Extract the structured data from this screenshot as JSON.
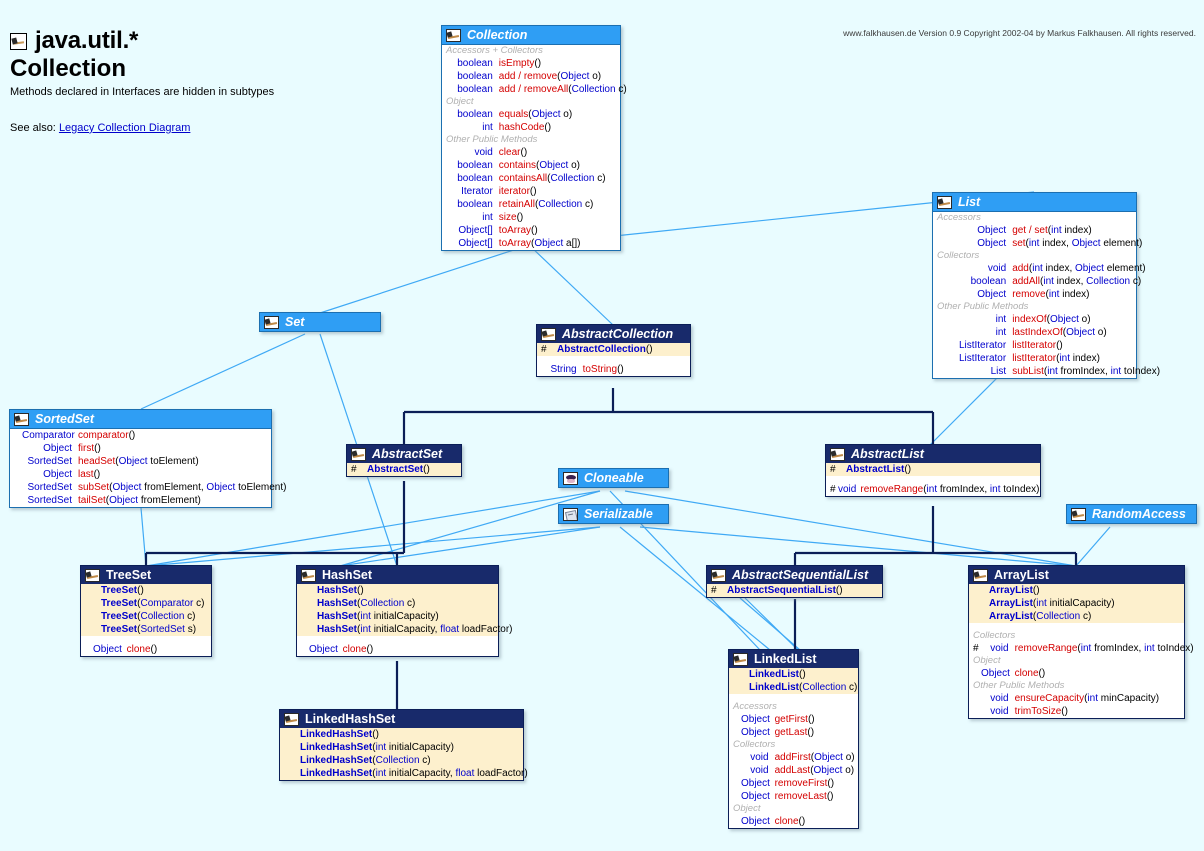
{
  "header": {
    "package_icon": "package-icon",
    "package": "java.util.*",
    "title": "Collection",
    "note": "Methods declared in Interfaces are hidden in subtypes",
    "see_also_label": "See also:",
    "see_also_link": "Legacy Collection Diagram",
    "copyright": "www.falkhausen.de Version 0.9 Copyright 2002-04 by Markus Falkhausen. All rights reserved."
  },
  "colors": {
    "background": "#e9fcff",
    "interface_header": "#2f9ef4",
    "class_header": "#182a6b",
    "constructor_row": "#fdf0cd",
    "edge": "#3fa9f5",
    "inherit_edge": "#0b1e57",
    "return_type": "#0000cc",
    "method_name": "#d40000",
    "group_label": "#b0b0b0",
    "link": "#0000cc"
  },
  "boxes": {
    "collection": {
      "name": "Collection",
      "kind": "interface",
      "icon": "hammer-icon",
      "sections": [
        {
          "group": "Accessors + Collectors",
          "rows": [
            {
              "mod": "",
              "ret": "boolean",
              "name": "isEmpty",
              "sig": " ()"
            },
            {
              "mod": "",
              "ret": "boolean",
              "name": "add / remove",
              "sig": " (Object o)"
            },
            {
              "mod": "",
              "ret": "boolean",
              "name": "add / removeAll",
              "sig": " (Collection c)"
            }
          ]
        },
        {
          "group": "Object",
          "rows": [
            {
              "mod": "",
              "ret": "boolean",
              "name": "equals",
              "sig": " (Object o)"
            },
            {
              "mod": "",
              "ret": "int",
              "name": "hashCode",
              "sig": " ()"
            }
          ]
        },
        {
          "group": "Other Public Methods",
          "rows": [
            {
              "mod": "",
              "ret": "void",
              "name": "clear",
              "sig": " ()"
            },
            {
              "mod": "",
              "ret": "boolean",
              "name": "contains",
              "sig": " (Object o)"
            },
            {
              "mod": "",
              "ret": "boolean",
              "name": "containsAll",
              "sig": " (Collection c)"
            },
            {
              "mod": "",
              "ret": "Iterator",
              "name": "iterator",
              "sig": " ()"
            },
            {
              "mod": "",
              "ret": "boolean",
              "name": "retainAll",
              "sig": " (Collection c)"
            },
            {
              "mod": "",
              "ret": "int",
              "name": "size",
              "sig": " ()"
            },
            {
              "mod": "",
              "ret": "Object[]",
              "name": "toArray",
              "sig": " ()"
            },
            {
              "mod": "",
              "ret": "Object[]",
              "name": "toArray",
              "sig": " (Object a[])"
            }
          ]
        }
      ]
    },
    "list": {
      "name": "List",
      "kind": "interface",
      "icon": "hammer-icon",
      "sections": [
        {
          "group": "Accessors",
          "rows": [
            {
              "mod": "",
              "ret": "Object",
              "name": "get / set",
              "sig": " (int index)"
            },
            {
              "mod": "",
              "ret": "Object",
              "name": "set",
              "sig": " (int index, Object element)"
            }
          ]
        },
        {
          "group": "Collectors",
          "rows": [
            {
              "mod": "",
              "ret": "void",
              "name": "add",
              "sig": " (int index, Object element)"
            },
            {
              "mod": "",
              "ret": "boolean",
              "name": "addAll",
              "sig": " (int index, Collection c)"
            },
            {
              "mod": "",
              "ret": "Object",
              "name": "remove",
              "sig": " (int index)"
            }
          ]
        },
        {
          "group": "Other Public Methods",
          "rows": [
            {
              "mod": "",
              "ret": "int",
              "name": "indexOf",
              "sig": " (Object o)"
            },
            {
              "mod": "",
              "ret": "int",
              "name": "lastIndexOf",
              "sig": " (Object o)"
            },
            {
              "mod": "",
              "ret": "ListIterator",
              "name": "listIterator",
              "sig": " ()"
            },
            {
              "mod": "",
              "ret": "ListIterator",
              "name": "listIterator",
              "sig": " (int index)"
            },
            {
              "mod": "",
              "ret": "List",
              "name": "subList",
              "sig": " (int fromIndex, int toIndex)"
            }
          ]
        }
      ]
    },
    "set": {
      "name": "Set",
      "kind": "interface",
      "icon": "hammer-icon",
      "sections": []
    },
    "sortedset": {
      "name": "SortedSet",
      "kind": "interface",
      "icon": "hammer-icon",
      "sections": [
        {
          "group": "",
          "rows": [
            {
              "mod": "",
              "ret": "Comparator",
              "name": "comparator",
              "sig": " ()"
            },
            {
              "mod": "",
              "ret": "Object",
              "name": "first",
              "sig": " ()"
            },
            {
              "mod": "",
              "ret": "SortedSet",
              "name": "headSet",
              "sig": " (Object toElement)"
            },
            {
              "mod": "",
              "ret": "Object",
              "name": "last",
              "sig": " ()"
            },
            {
              "mod": "",
              "ret": "SortedSet",
              "name": "subSet",
              "sig": " (Object fromElement, Object toElement)"
            },
            {
              "mod": "",
              "ret": "SortedSet",
              "name": "tailSet",
              "sig": " (Object fromElement)"
            }
          ]
        }
      ]
    },
    "cloneable": {
      "name": "Cloneable",
      "kind": "interface",
      "icon": "sheep-icon",
      "sections": []
    },
    "serializable": {
      "name": "Serializable",
      "kind": "interface",
      "icon": "document-icon",
      "sections": []
    },
    "randomaccess": {
      "name": "RandomAccess",
      "kind": "interface",
      "icon": "hammer-icon",
      "sections": []
    },
    "abstractcollection": {
      "name": "AbstractCollection",
      "kind": "class",
      "icon": "hammer-icon",
      "ctors": [
        {
          "mod": "#",
          "ret": "",
          "name": "AbstractCollection",
          "sig": " ()"
        }
      ],
      "sections": [
        {
          "group": "",
          "rows": [
            {
              "mod": "",
              "ret": "String",
              "name": "toString",
              "sig": " ()"
            }
          ]
        }
      ]
    },
    "abstractset": {
      "name": "AbstractSet",
      "kind": "class",
      "icon": "hammer-icon",
      "ctors": [
        {
          "mod": "#",
          "ret": "",
          "name": "AbstractSet",
          "sig": " ()"
        }
      ],
      "sections": []
    },
    "abstractlist": {
      "name": "AbstractList",
      "kind": "class",
      "icon": "hammer-icon",
      "ctors": [
        {
          "mod": "#",
          "ret": "",
          "name": "AbstractList",
          "sig": " ()"
        }
      ],
      "sections": [
        {
          "group": "",
          "rows": [
            {
              "mod": "#",
              "ret": "void",
              "name": "removeRange",
              "sig": " (int fromIndex, int toIndex)"
            }
          ]
        }
      ]
    },
    "abstractsequentiallist": {
      "name": "AbstractSequentialList",
      "kind": "class",
      "icon": "hammer-icon",
      "ctors": [
        {
          "mod": "#",
          "ret": "",
          "name": "AbstractSequentialList",
          "sig": " ()"
        }
      ],
      "sections": []
    },
    "treeset": {
      "name": "TreeSet",
      "kind": "class",
      "icon": "hammer-icon",
      "ctors": [
        {
          "mod": "",
          "ret": "",
          "name": "TreeSet",
          "sig": " ()"
        },
        {
          "mod": "",
          "ret": "",
          "name": "TreeSet",
          "sig": " (Comparator c)"
        },
        {
          "mod": "",
          "ret": "",
          "name": "TreeSet",
          "sig": " (Collection c)"
        },
        {
          "mod": "",
          "ret": "",
          "name": "TreeSet",
          "sig": " (SortedSet s)"
        }
      ],
      "sections": [
        {
          "group": "",
          "rows": [
            {
              "mod": "",
              "ret": "Object",
              "name": "clone",
              "sig": " ()"
            }
          ]
        }
      ]
    },
    "hashset": {
      "name": "HashSet",
      "kind": "class",
      "icon": "hammer-icon",
      "ctors": [
        {
          "mod": "",
          "ret": "",
          "name": "HashSet",
          "sig": " ()"
        },
        {
          "mod": "",
          "ret": "",
          "name": "HashSet",
          "sig": " (Collection c)"
        },
        {
          "mod": "",
          "ret": "",
          "name": "HashSet",
          "sig": " (int initialCapacity)"
        },
        {
          "mod": "",
          "ret": "",
          "name": "HashSet",
          "sig": " (int initialCapacity, float loadFactor)"
        }
      ],
      "sections": [
        {
          "group": "",
          "rows": [
            {
              "mod": "",
              "ret": "Object",
              "name": "clone",
              "sig": " ()"
            }
          ]
        }
      ]
    },
    "linkedhashset": {
      "name": "LinkedHashSet",
      "kind": "class",
      "icon": "hammer-icon",
      "ctors": [
        {
          "mod": "",
          "ret": "",
          "name": "LinkedHashSet",
          "sig": " ()"
        },
        {
          "mod": "",
          "ret": "",
          "name": "LinkedHashSet",
          "sig": " (int initialCapacity)"
        },
        {
          "mod": "",
          "ret": "",
          "name": "LinkedHashSet",
          "sig": " (Collection c)"
        },
        {
          "mod": "",
          "ret": "",
          "name": "LinkedHashSet",
          "sig": " (int initialCapacity, float loadFactor)"
        }
      ],
      "sections": []
    },
    "linkedlist": {
      "name": "LinkedList",
      "kind": "class",
      "icon": "hammer-icon",
      "ctors": [
        {
          "mod": "",
          "ret": "",
          "name": "LinkedList",
          "sig": " ()"
        },
        {
          "mod": "",
          "ret": "",
          "name": "LinkedList",
          "sig": " (Collection c)"
        }
      ],
      "sections": [
        {
          "group": "Accessors",
          "rows": [
            {
              "mod": "",
              "ret": "Object",
              "name": "getFirst",
              "sig": " ()"
            },
            {
              "mod": "",
              "ret": "Object",
              "name": "getLast",
              "sig": " ()"
            }
          ]
        },
        {
          "group": "Collectors",
          "rows": [
            {
              "mod": "",
              "ret": "void",
              "name": "addFirst",
              "sig": " (Object o)"
            },
            {
              "mod": "",
              "ret": "void",
              "name": "addLast",
              "sig": " (Object o)"
            },
            {
              "mod": "",
              "ret": "Object",
              "name": "removeFirst",
              "sig": " ()"
            },
            {
              "mod": "",
              "ret": "Object",
              "name": "removeLast",
              "sig": " ()"
            }
          ]
        },
        {
          "group": "Object",
          "rows": [
            {
              "mod": "",
              "ret": "Object",
              "name": "clone",
              "sig": " ()"
            }
          ]
        }
      ]
    },
    "arraylist": {
      "name": "ArrayList",
      "kind": "class",
      "icon": "hammer-icon",
      "ctors": [
        {
          "mod": "",
          "ret": "",
          "name": "ArrayList",
          "sig": " ()"
        },
        {
          "mod": "",
          "ret": "",
          "name": "ArrayList",
          "sig": " (int initialCapacity)"
        },
        {
          "mod": "",
          "ret": "",
          "name": "ArrayList",
          "sig": " (Collection c)"
        }
      ],
      "sections": [
        {
          "group": "Collectors",
          "rows": [
            {
              "mod": "#",
              "ret": "void",
              "name": "removeRange",
              "sig": " (int fromIndex, int toIndex)"
            }
          ]
        },
        {
          "group": "Object",
          "rows": [
            {
              "mod": "",
              "ret": "Object",
              "name": "clone",
              "sig": " ()"
            }
          ]
        },
        {
          "group": "Other Public Methods",
          "rows": [
            {
              "mod": "",
              "ret": "void",
              "name": "ensureCapacity",
              "sig": " (int minCapacity)"
            },
            {
              "mod": "",
              "ret": "void",
              "name": "trimToSize",
              "sig": " ()"
            }
          ]
        }
      ]
    }
  }
}
